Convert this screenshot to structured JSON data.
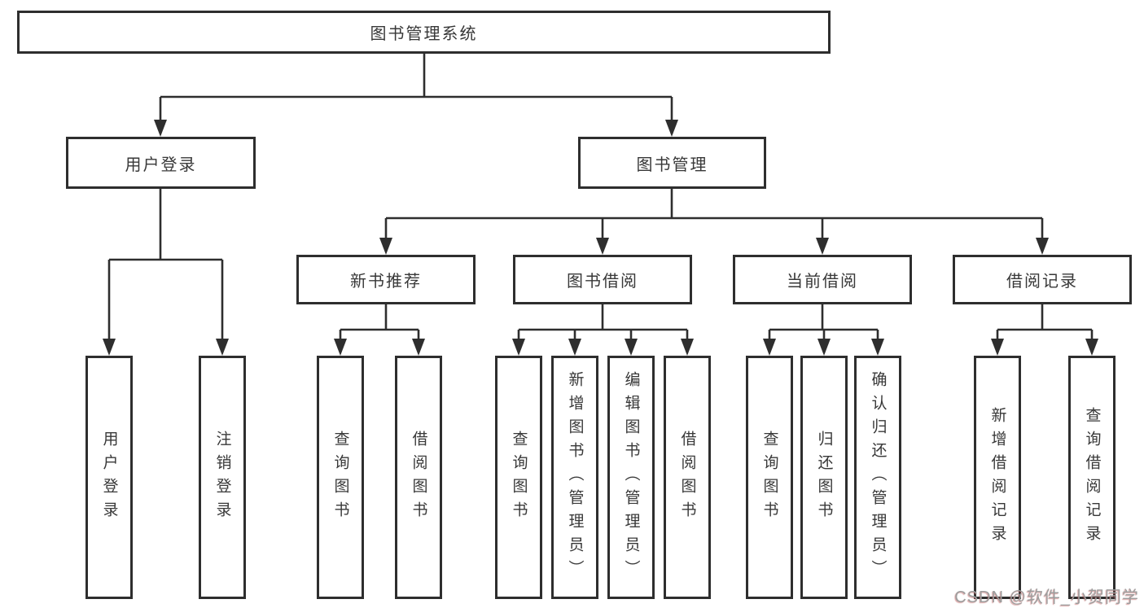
{
  "diagram": {
    "type": "hierarchy-tree",
    "title": "图书管理系统",
    "tree": {
      "label": "图书管理系统",
      "children": [
        {
          "label": "用户登录",
          "children": [
            {
              "label": "用户登录"
            },
            {
              "label": "注销登录"
            }
          ]
        },
        {
          "label": "图书管理",
          "children": [
            {
              "label": "新书推荐",
              "children": [
                {
                  "label": "查询图书"
                },
                {
                  "label": "借阅图书"
                }
              ]
            },
            {
              "label": "图书借阅",
              "children": [
                {
                  "label": "查询图书"
                },
                {
                  "label": "新增图书（管理员）"
                },
                {
                  "label": "编辑图书（管理员）"
                },
                {
                  "label": "借阅图书"
                }
              ]
            },
            {
              "label": "当前借阅",
              "children": [
                {
                  "label": "查询图书"
                },
                {
                  "label": "归还图书"
                },
                {
                  "label": "确认归还（管理员）"
                }
              ]
            },
            {
              "label": "借阅记录",
              "children": [
                {
                  "label": "新增借阅记录"
                },
                {
                  "label": "查询借阅记录"
                }
              ]
            }
          ]
        }
      ]
    }
  },
  "colors": {
    "line": "#2e2e2e",
    "box_border": "#2e2e2e",
    "text": "#383838",
    "background": "#ffffff",
    "watermark_text": "#9d9d9d",
    "watermark_tint": "#be5a5a"
  },
  "watermark": {
    "text": "CSDN @软件_小贺同学"
  }
}
